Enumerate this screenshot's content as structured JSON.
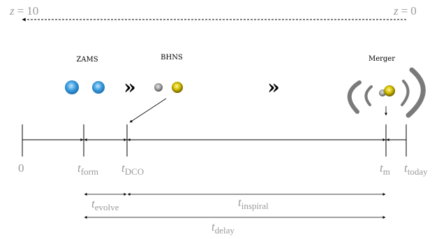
{
  "redshift": {
    "left": {
      "var": "z",
      "value": "10"
    },
    "right": {
      "var": "z",
      "value": "0"
    }
  },
  "stages": {
    "zams": "ZAMS",
    "bhns": "BHNS",
    "merger": "Merger"
  },
  "chevrons": [
    "»",
    "»"
  ],
  "ticks": [
    {
      "main": "0",
      "sub": ""
    },
    {
      "main": "t",
      "sub": "form"
    },
    {
      "main": "t",
      "sub": "DCO"
    },
    {
      "main": "t",
      "sub": "m"
    },
    {
      "main": "t",
      "sub": "today"
    }
  ],
  "intervals": {
    "evolve": {
      "main": "t",
      "sub": "evolve"
    },
    "inspiral": {
      "main": "t",
      "sub": "inspiral"
    },
    "delay": {
      "main": "t",
      "sub": "delay"
    }
  },
  "colors": {
    "label_gray": "#9a9a9a",
    "star_blue": "#3a9bdc",
    "star_yellow": "#c8b400",
    "ns_gray": "#8a8a8a",
    "wave_gray": "#7a7a7a",
    "line": "#000000"
  }
}
